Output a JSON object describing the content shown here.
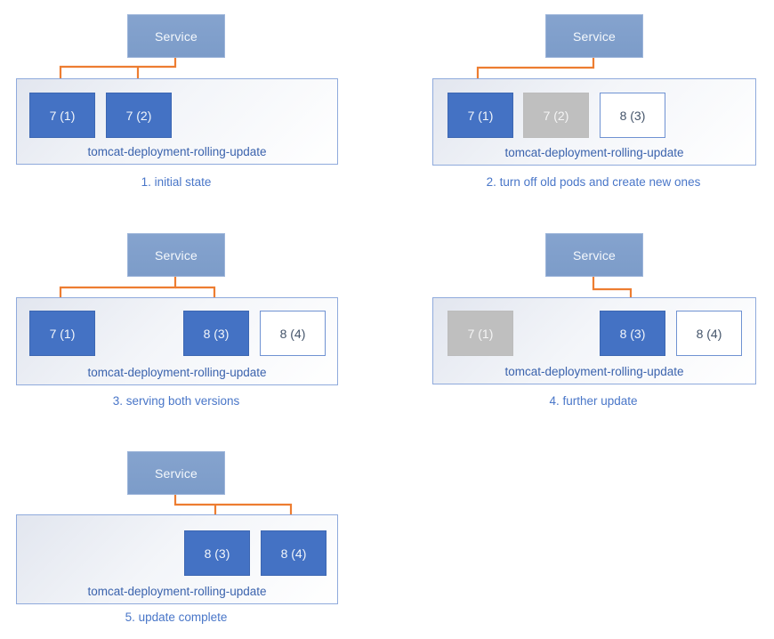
{
  "colors": {
    "accent_blue": "#4472C4",
    "service_blue": "#85A3CE",
    "inactive_gray": "#BFBFBF",
    "arrow_orange": "#ED7D31",
    "deployment_label_blue": "#3B63AD",
    "container_border_blue": "#8FAADC",
    "caption_blue": "#4976C8",
    "new_pod_border_blue": "#6F92D2",
    "new_pod_text": "#44546A"
  },
  "panels": [
    {
      "caption": "1. initial state",
      "service_label": "Service",
      "deployment_label": "tomcat-deployment-rolling-update",
      "pods": [
        {
          "label": "7 (1)",
          "state": "active"
        },
        {
          "label": "7 (2)",
          "state": "active"
        }
      ],
      "arrows_to": [
        "7 (1)",
        "7 (2)"
      ]
    },
    {
      "caption": "2. turn off old pods and create new ones",
      "service_label": "Service",
      "deployment_label": "tomcat-deployment-rolling-update",
      "pods": [
        {
          "label": "7 (1)",
          "state": "active"
        },
        {
          "label": "7 (2)",
          "state": "terminated"
        },
        {
          "label": "8 (3)",
          "state": "new"
        }
      ],
      "arrows_to": [
        "7 (1)"
      ]
    },
    {
      "caption": "3. serving both versions",
      "service_label": "Service",
      "deployment_label": "tomcat-deployment-rolling-update",
      "pods": [
        {
          "label": "7 (1)",
          "state": "active"
        },
        {
          "label": "8 (3)",
          "state": "active"
        },
        {
          "label": "8 (4)",
          "state": "new"
        }
      ],
      "arrows_to": [
        "7 (1)",
        "8 (3)"
      ]
    },
    {
      "caption": "4. further update",
      "service_label": "Service",
      "deployment_label": "tomcat-deployment-rolling-update",
      "pods": [
        {
          "label": "7 (1)",
          "state": "terminated"
        },
        {
          "label": "8 (3)",
          "state": "active"
        },
        {
          "label": "8 (4)",
          "state": "new"
        }
      ],
      "arrows_to": [
        "8 (3)"
      ]
    },
    {
      "caption": "5. update complete",
      "service_label": "Service",
      "deployment_label": "tomcat-deployment-rolling-update",
      "pods": [
        {
          "label": "8 (3)",
          "state": "active"
        },
        {
          "label": "8 (4)",
          "state": "active"
        }
      ],
      "arrows_to": [
        "8 (3)",
        "8 (4)"
      ]
    }
  ]
}
